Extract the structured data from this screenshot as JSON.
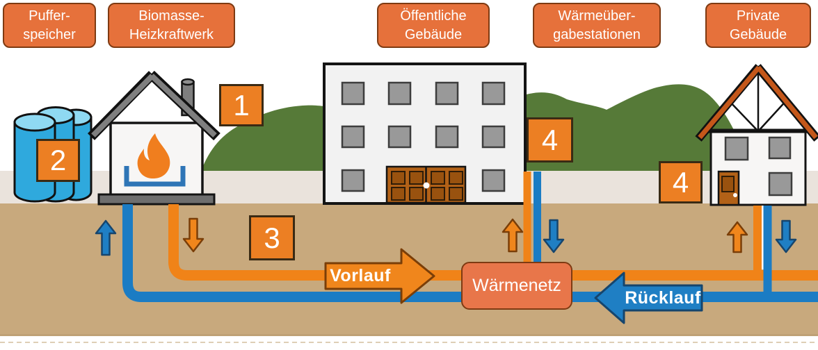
{
  "legend_labels": {
    "puffer": {
      "line1": "Puffer-",
      "line2": "speicher"
    },
    "biomasse": {
      "line1": "Biomasse-",
      "line2": "Heizkraftwerk"
    },
    "oeffentliche": {
      "line1": "Öffentliche",
      "line2": "Gebäude"
    },
    "waermeuebergabe": {
      "line1": "Wärmeüber-",
      "line2": "gabestationen"
    },
    "private": {
      "line1": "Private",
      "line2": "Gebäude"
    }
  },
  "badges": {
    "plant": "1",
    "storage": "2",
    "network": "3",
    "station_public": "4",
    "station_private": "4"
  },
  "flow": {
    "supply": "Vorlauf",
    "return": "Rücklauf",
    "network": "Wärmenetz"
  },
  "icons": {
    "buffer_tanks": "buffer-tank-icon",
    "biomass_plant": "biomass-plant-icon",
    "flame": "flame-icon",
    "boiler": "boiler-bracket-icon",
    "public_building": "public-building-icon",
    "private_house": "private-house-icon",
    "supply_arrow": "vorlauf-arrow-icon",
    "return_arrow": "ruecklauf-arrow-icon"
  },
  "colors": {
    "label_orange": "#E6713B",
    "label_border": "#7E3A12",
    "badge_orange": "#EC7F23",
    "badge_border": "#3A2A14",
    "waermenetz_fill": "#E8764A",
    "pipe_orange": "#F08318",
    "arrow_orange": "#F0861C",
    "orange_border": "#7A3E08",
    "pipe_blue": "#1B7CC4",
    "arrow_blue": "#1F7FC4",
    "blue_border": "#16456D",
    "hill_green": "#567A38",
    "ground_tan": "#C8A97D",
    "ground_edge": "#BFA176",
    "strip_gray": "#EAE3DC",
    "building_fill": "#F2F2F2",
    "window_gray": "#999999",
    "window_border": "#3D3D3D",
    "door_brown": "#B26117",
    "door_panel": "#99520F",
    "roof_gray": "#7F7F7F",
    "platform_gray": "#6E6E6E",
    "roof_red": "#C4571A",
    "tank_blue": "#2FA9DD",
    "tank_top": "#8FD9F2",
    "flame_orange": "#F07E1E",
    "bracket_blue": "#2E75B6",
    "outline": "#141414"
  }
}
